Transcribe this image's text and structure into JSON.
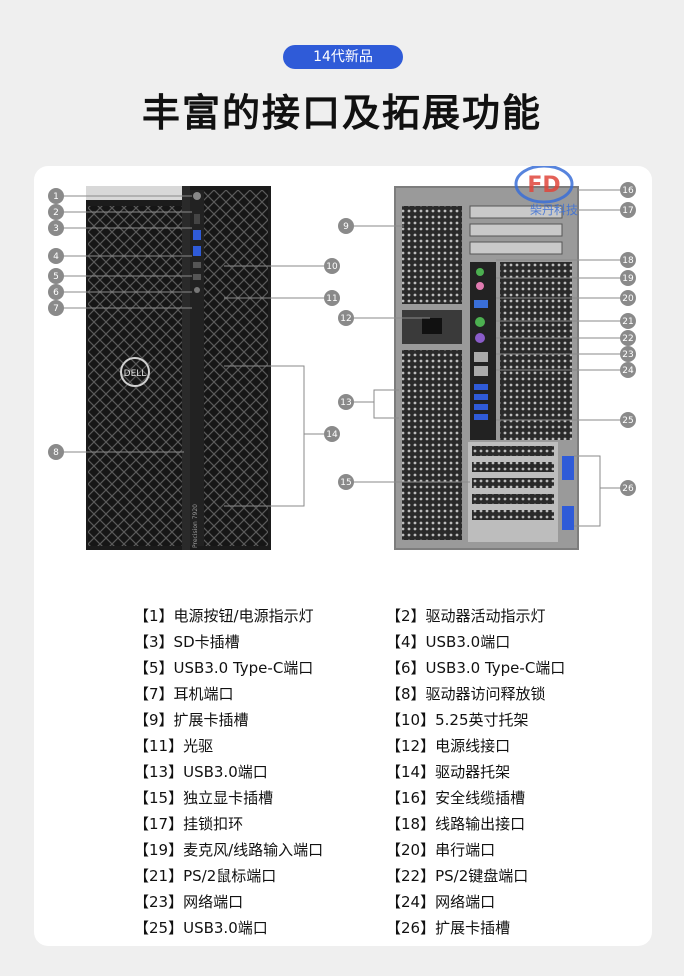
{
  "badge": "14代新品",
  "headline": "丰富的接口及拓展功能",
  "watermark": {
    "text": "柴丹科技",
    "mark": "FD"
  },
  "front_case": {
    "model": "Precision 7920",
    "brand": "DELL"
  },
  "callout_numbers": [
    "1",
    "2",
    "3",
    "4",
    "5",
    "6",
    "7",
    "8",
    "9",
    "10",
    "11",
    "12",
    "13",
    "14",
    "15",
    "16",
    "17",
    "18",
    "19",
    "20",
    "21",
    "22",
    "23",
    "24",
    "25",
    "26"
  ],
  "legend": [
    {
      "left": "【1】电源按钮/电源指示灯",
      "right": "【2】驱动器活动指示灯"
    },
    {
      "left": "【3】SD卡插槽",
      "right": "【4】USB3.0端口"
    },
    {
      "left": "【5】USB3.0 Type-C端口",
      "right": "【6】USB3.0 Type-C端口"
    },
    {
      "left": "【7】耳机端口",
      "right": "【8】驱动器访问释放锁"
    },
    {
      "left": "【9】扩展卡插槽",
      "right": "【10】5.25英寸托架"
    },
    {
      "left": "【11】光驱",
      "right": "【12】电源线接口"
    },
    {
      "left": "【13】USB3.0端口",
      "right": "【14】驱动器托架"
    },
    {
      "left": "【15】独立显卡插槽",
      "right": "【16】安全线缆插槽"
    },
    {
      "left": "【17】挂锁扣环",
      "right": "【18】线路输出接口"
    },
    {
      "left": "【19】麦克风/线路输入端口",
      "right": "【20】串行端口"
    },
    {
      "left": "【21】PS/2鼠标端口",
      "right": "【22】PS/2键盘端口"
    },
    {
      "left": "【23】网络端口",
      "right": "【24】网络端口"
    },
    {
      "left": "【25】USB3.0端口",
      "right": "【26】扩展卡插槽"
    }
  ],
  "colors": {
    "badge": "#2f5bd8",
    "case": "#1b1b1b",
    "callout": "#8a8a8a"
  }
}
